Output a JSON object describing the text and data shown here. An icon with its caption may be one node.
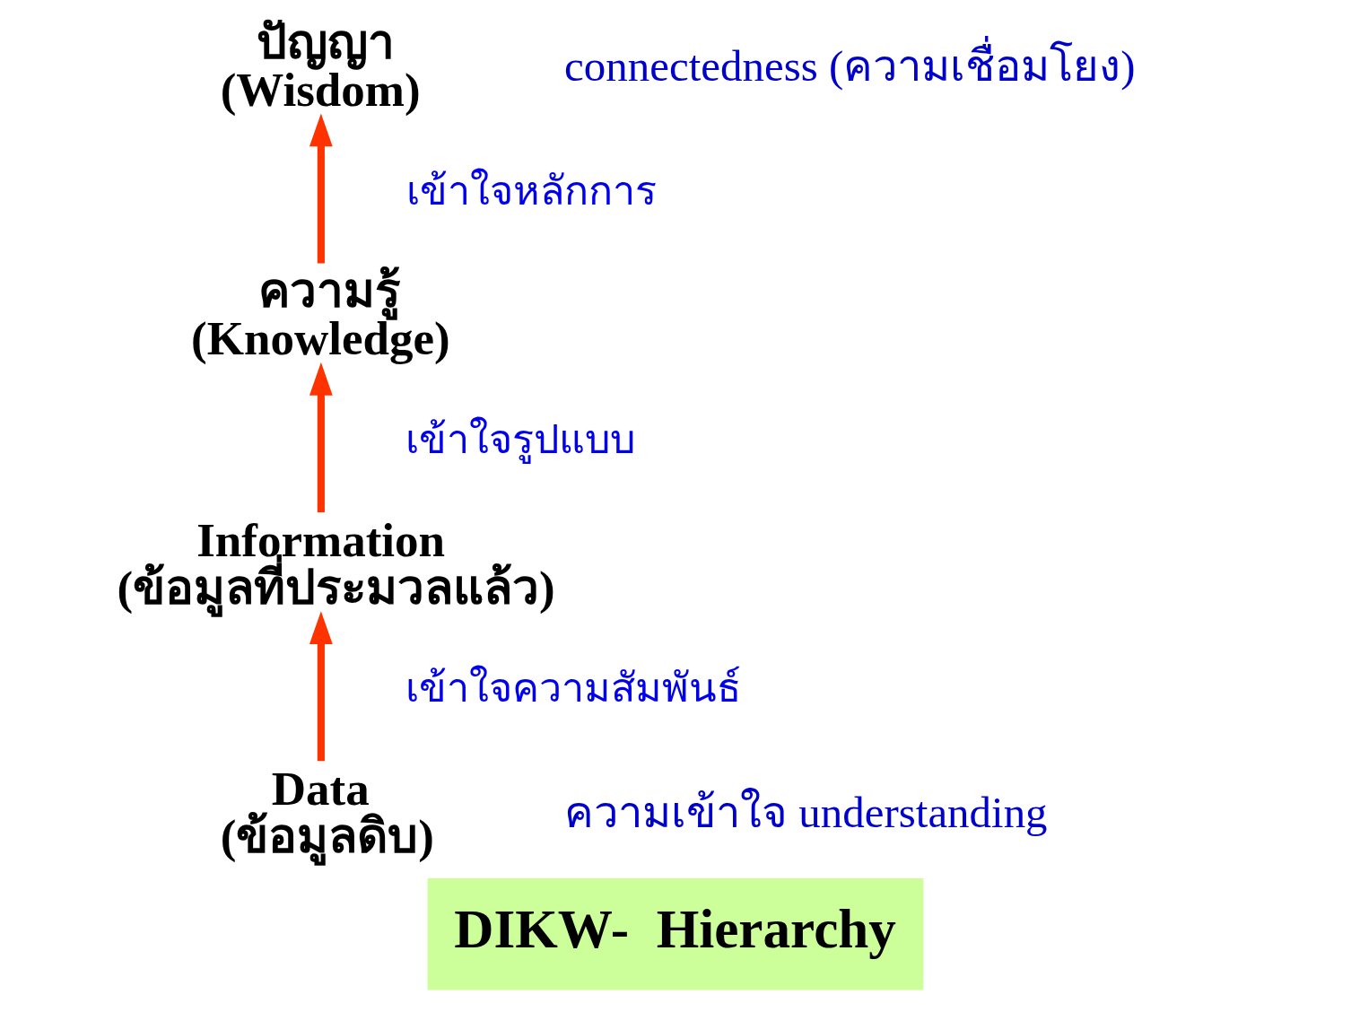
{
  "diagram": {
    "title": "DIKW-  Hierarchy",
    "nodes": [
      {
        "text": [
          "Data",
          "(ข้อมูลดิบ)"
        ]
      },
      {
        "text": [
          "Information",
          "(ข้อมูลที่ประมวลแล้ว)"
        ]
      },
      {
        "text": [
          "ความรู้",
          "(Knowledge)"
        ]
      },
      {
        "text": [
          "ปัญญา",
          "(Wisdom)"
        ]
      }
    ],
    "edges": [
      {
        "from": 0,
        "to": 1,
        "arrow": "to",
        "label": "เข้าใจความสัมพันธ์"
      },
      {
        "from": 1,
        "to": 2,
        "arrow": "to",
        "label": "เข้าใจรูปแบบ"
      },
      {
        "from": 2,
        "to": 3,
        "arrow": "to",
        "label": "เข้าใจหลักการ"
      }
    ],
    "labels": [
      "connectedness (ความเชื่อมโยง)",
      "ความเข้าใจ understanding"
    ]
  }
}
